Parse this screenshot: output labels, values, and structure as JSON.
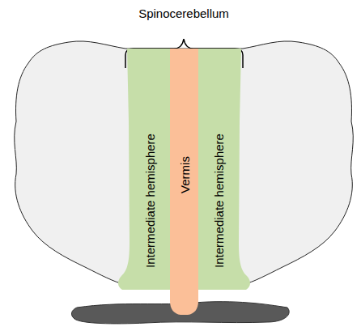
{
  "diagram": {
    "nodes": [
      {
        "text": [
          "Intermediate hemisphere"
        ]
      },
      {
        "text": [
          "Vermis"
        ]
      },
      {
        "text": [
          "Intermediate hemisphere"
        ]
      }
    ],
    "labels": [
      "Spinocerebellum"
    ]
  }
}
